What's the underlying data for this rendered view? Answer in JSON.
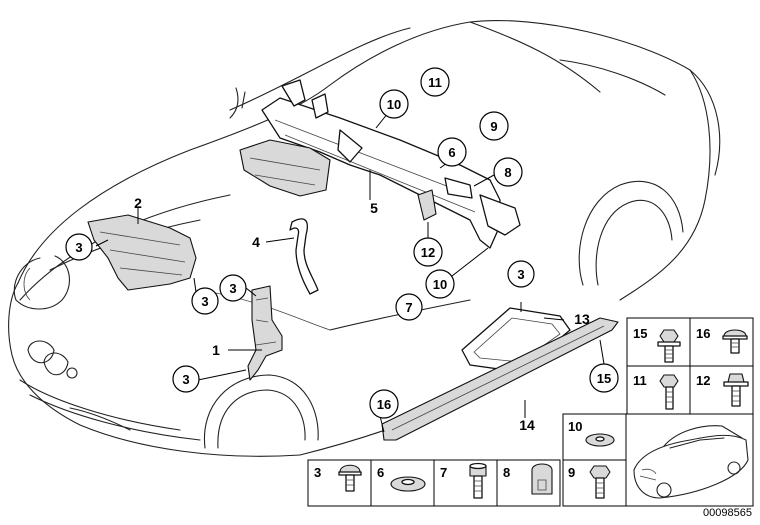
{
  "diagram": {
    "reference_number": "00098565",
    "callouts": {
      "c3_headlight": "3",
      "c2": "2",
      "c3_wheel": "3",
      "c4": "4",
      "c3_bracket_top": "3",
      "c1": "1",
      "c3_bracket_bottom": "3",
      "c11": "11",
      "c10_top": "10",
      "c9": "9",
      "c6": "6",
      "c8": "8",
      "c5": "5",
      "c12": "12",
      "c10_bottom": "10",
      "c7": "7",
      "c3_tray": "3",
      "c13": "13",
      "c15_main": "15",
      "c16_main": "16",
      "c14": "14"
    },
    "parts_grid": {
      "right_column": [
        "15",
        "16",
        "11",
        "12"
      ],
      "middle": [
        "10",
        "9"
      ],
      "bottom_row": [
        "3",
        "6",
        "7",
        "8"
      ]
    }
  }
}
